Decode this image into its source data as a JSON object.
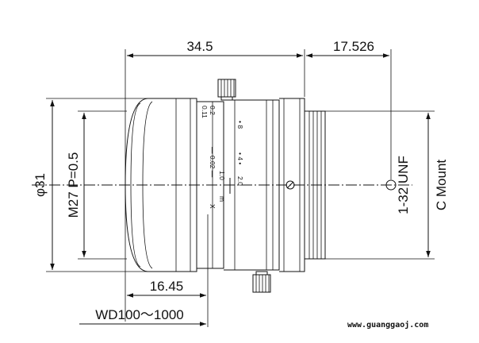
{
  "dimensions": {
    "overall_length": "34.5",
    "flange_back": "17.526",
    "diameter": "φ31",
    "filter_thread": "M27 P=0.5",
    "front_depth": "16.45",
    "working_distance": "WD100～1000",
    "mount_thread": "1-32 UNF",
    "mount_type": "C Mount"
  },
  "focus_scale": {
    "top_values": [
      "0.11",
      "0.2"
    ],
    "mid_values": [
      "• 8",
      "• 4 •",
      "2.0"
    ],
    "bottom_values": [
      "— 0.02 —",
      "1.0",
      "m"
    ],
    "x_mark": "X"
  },
  "watermark": "www.guanggaoj.com",
  "colors": {
    "ink": "#111111",
    "background": "#ffffff"
  }
}
